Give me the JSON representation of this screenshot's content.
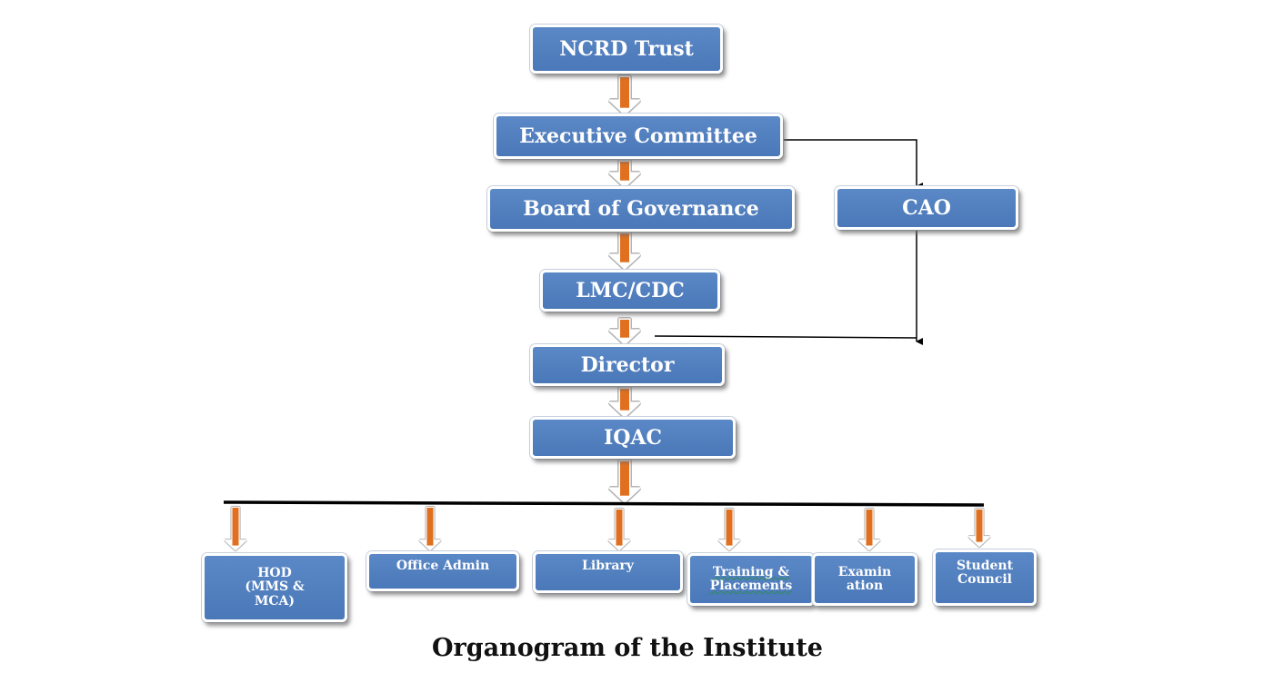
{
  "diagram": {
    "nodes": {
      "ncrd_trust": "NCRD Trust",
      "executive_committee": "Executive Committee",
      "board_of_governance": "Board of Governance",
      "cao": "CAO",
      "lmc_cdc": "LMC/CDC",
      "director": "Director",
      "iqac": "IQAC",
      "hod": "HOD\n(MMS &\nMCA)",
      "office_admin": "Office Admin",
      "library": "Library",
      "training_placements": "Training &\nPlacements",
      "examination": "Examin\nation",
      "student_council": "Student\nCouncil"
    },
    "caption": "Organogram of the Institute"
  },
  "colors": {
    "node_fill": "#4f7ec0",
    "node_border": "#ffffff",
    "arrow_orange": "#e07020",
    "connector": "#000000"
  }
}
